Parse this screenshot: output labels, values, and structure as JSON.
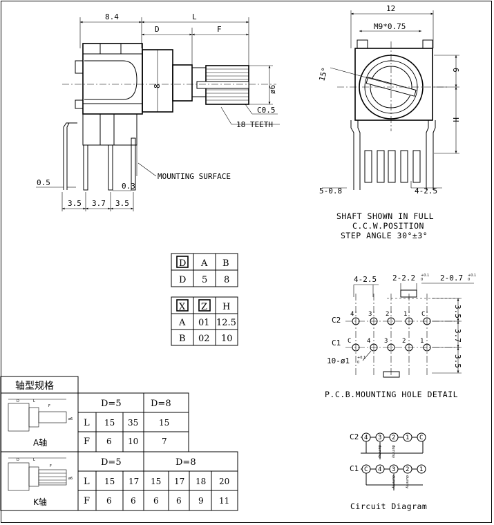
{
  "side_view": {
    "dim_8_4": "8.4",
    "dim_L": "L",
    "dim_D": "D",
    "dim_F": "F",
    "dim_8": "8",
    "dim_phi6": "ø6",
    "dim_c05": "C0.5",
    "teeth": "18 TEETH",
    "mounting_surface": "MOUNTING SURFACE",
    "dim_05": "0.5",
    "dim_03": "0.3",
    "dim_35a": "3.5",
    "dim_37": "3.7",
    "dim_35b": "3.5"
  },
  "front_view": {
    "dim_12": "12",
    "thread": "M9*0.75",
    "angle": "15°",
    "dim_6": "6",
    "dim_H": "H",
    "dim_5_08": "5-0.8",
    "dim_4_25": "4-2.5",
    "note_1": "SHAFT SHOWN IN FULL",
    "note_2": "C.C.W.POSITION",
    "note_3": "STEP ANGLE 30°±3°"
  },
  "table_d": {
    "header": [
      "D",
      "A",
      "B"
    ],
    "row": [
      "D",
      "5",
      "8"
    ]
  },
  "table_h": {
    "header": [
      "X",
      "Z",
      "H"
    ],
    "rows": [
      [
        "A",
        "01",
        "12.5"
      ],
      [
        "B",
        "02",
        "10"
      ]
    ]
  },
  "pcb": {
    "dim_4_25": "4-2.5",
    "dim_2_22": "2-2.2",
    "tol_2_22": "+0.1",
    "tol_2_22b": "0",
    "dim_2_07": "2-0.7",
    "tol_2_07": "+0.1",
    "tol_2_07b": "0",
    "dim_35a": "3.5",
    "dim_37": "3.7",
    "dim_35b": "3.5",
    "c2": "C2",
    "c1": "C1",
    "row1": [
      "4'",
      "3'",
      "2'",
      "1'",
      "C'"
    ],
    "row2": [
      "C",
      "4",
      "3",
      "2",
      "1"
    ],
    "holes": "10-ø1",
    "holes_tol": "+0.1",
    "holes_tolb": "0",
    "caption": "P.C.B.MOUNTING HOLE DETAIL"
  },
  "circuit": {
    "c2": "C2",
    "c1": "C1",
    "top": [
      "4",
      "3",
      "2",
      "1",
      "C"
    ],
    "bottom": [
      "C",
      "4",
      "3",
      "2",
      "1"
    ],
    "dummy": "dummy",
    "caption": "Circuit Diagram"
  },
  "spec": {
    "title": "轴型规格",
    "a_label": "A轴",
    "k_label": "K轴",
    "a_table": {
      "groups": [
        "D=5",
        "D=8"
      ],
      "rows": [
        {
          "label": "L",
          "values": [
            "15",
            "35",
            "15"
          ]
        },
        {
          "label": "F",
          "values": [
            "6",
            "10",
            "7"
          ]
        }
      ]
    },
    "k_table": {
      "groups": [
        "D=5",
        "D=8"
      ],
      "rows": [
        {
          "label": "L",
          "values": [
            "15",
            "17",
            "15",
            "17",
            "18",
            "20"
          ]
        },
        {
          "label": "F",
          "values": [
            "6",
            "6",
            "6",
            "6",
            "9",
            "11"
          ]
        }
      ]
    },
    "mini_d": "D",
    "mini_l": "L",
    "mini_f": "F",
    "mini_phi": "ø6"
  }
}
